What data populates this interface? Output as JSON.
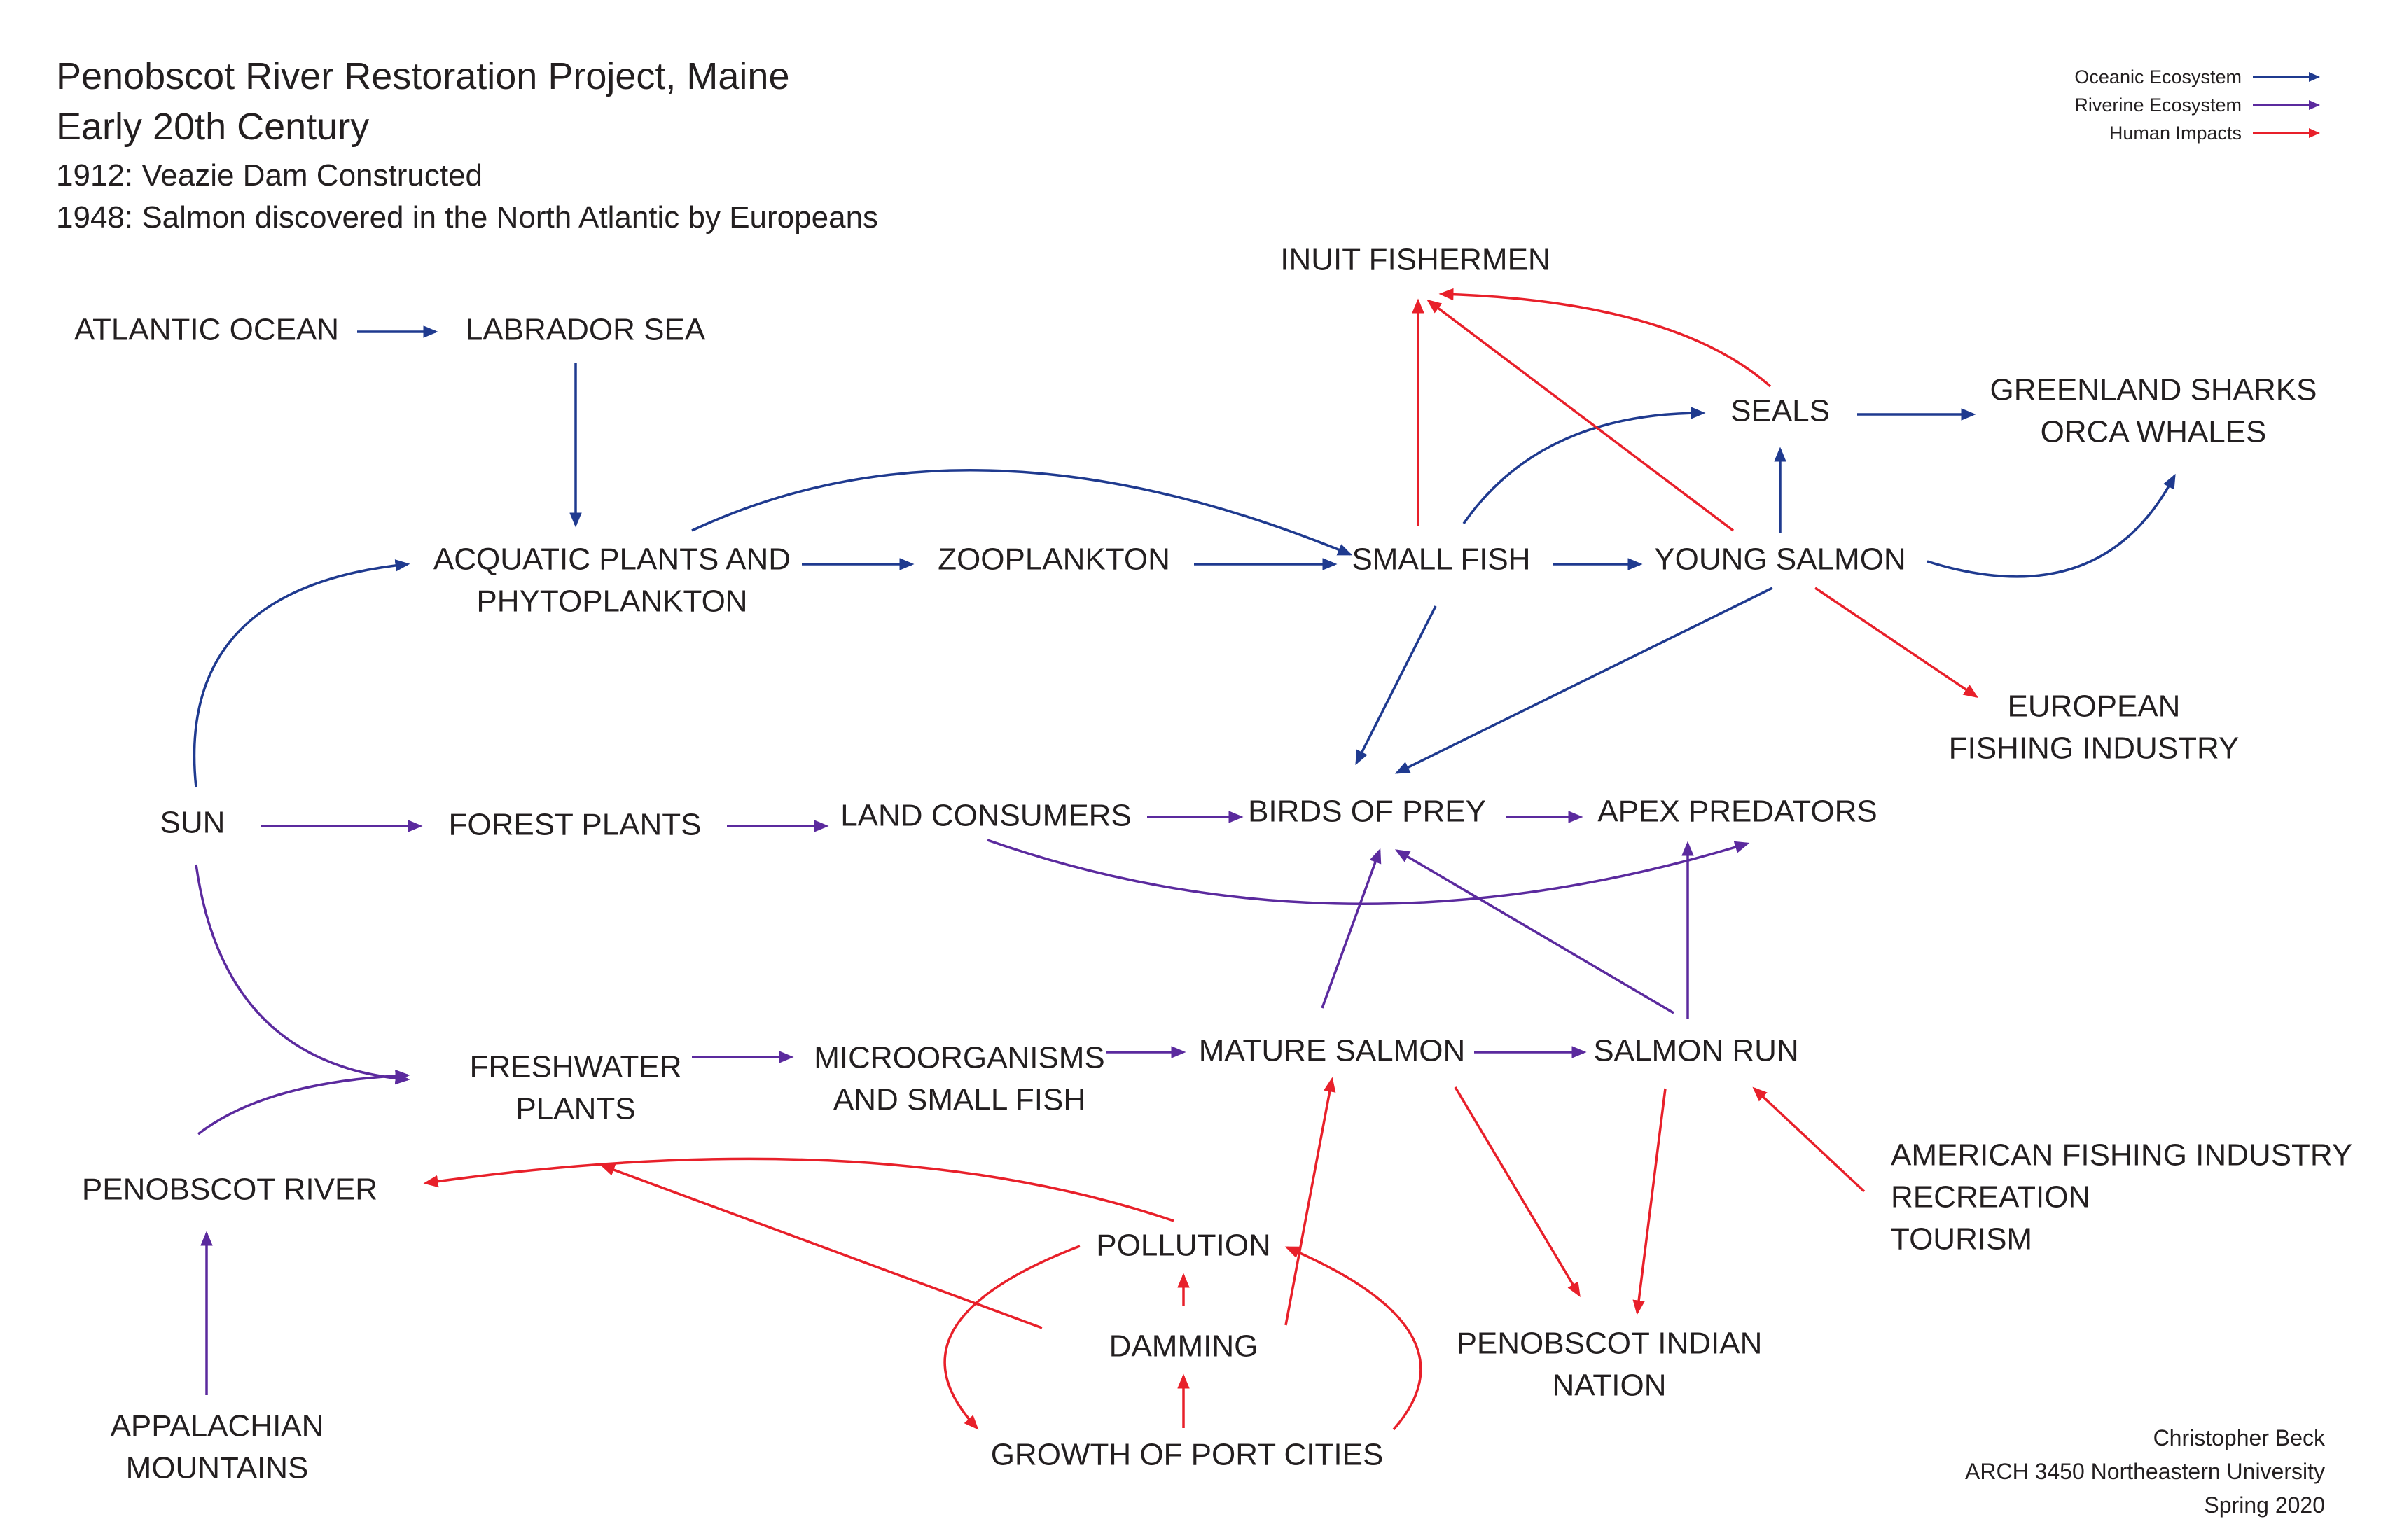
{
  "header": {
    "title": "Penobscot River Restoration Project, Maine",
    "period": "Early 20th Century",
    "events": [
      "1912: Veazie Dam Constructed",
      "1948: Salmon discovered in the North Atlantic by Europeans"
    ]
  },
  "legend": [
    {
      "label": "Oceanic Ecosystem",
      "color": "#1f3a8f"
    },
    {
      "label": "Riverine Ecosystem",
      "color": "#5b2a9e"
    },
    {
      "label": "Human Impacts",
      "color": "#e8202a"
    }
  ],
  "colors": {
    "oceanic": "#1f3a8f",
    "riverine": "#5b2a9e",
    "human": "#e8202a"
  },
  "nodes": [
    {
      "id": "atlantic-ocean",
      "lines": [
        "ATLANTIC OCEAN"
      ]
    },
    {
      "id": "labrador-sea",
      "lines": [
        "LABRADOR SEA"
      ]
    },
    {
      "id": "inuit-fishermen",
      "lines": [
        "INUIT FISHERMEN"
      ]
    },
    {
      "id": "seals",
      "lines": [
        "SEALS"
      ]
    },
    {
      "id": "greenland-sharks",
      "lines": [
        "GREENLAND SHARKS",
        "ORCA WHALES"
      ]
    },
    {
      "id": "aquatic-plants",
      "lines": [
        "ACQUATIC PLANTS AND",
        "PHYTOPLANKTON"
      ]
    },
    {
      "id": "zooplankton",
      "lines": [
        "ZOOPLANKTON"
      ]
    },
    {
      "id": "small-fish",
      "lines": [
        "SMALL FISH"
      ]
    },
    {
      "id": "young-salmon",
      "lines": [
        "YOUNG SALMON"
      ]
    },
    {
      "id": "european-fishing",
      "lines": [
        "EUROPEAN",
        "FISHING INDUSTRY"
      ]
    },
    {
      "id": "sun",
      "lines": [
        "SUN"
      ]
    },
    {
      "id": "forest-plants",
      "lines": [
        "FOREST PLANTS"
      ]
    },
    {
      "id": "land-consumers",
      "lines": [
        "LAND CONSUMERS"
      ]
    },
    {
      "id": "birds-of-prey",
      "lines": [
        "BIRDS OF PREY"
      ]
    },
    {
      "id": "apex-predators",
      "lines": [
        "APEX PREDATORS"
      ]
    },
    {
      "id": "freshwater-plants",
      "lines": [
        "FRESHWATER",
        "PLANTS"
      ]
    },
    {
      "id": "microorganisms",
      "lines": [
        "MICROORGANISMS",
        "AND SMALL FISH"
      ]
    },
    {
      "id": "mature-salmon",
      "lines": [
        "MATURE SALMON"
      ]
    },
    {
      "id": "salmon-run",
      "lines": [
        "SALMON RUN"
      ]
    },
    {
      "id": "american-fishing",
      "lines": [
        "AMERICAN FISHING INDUSTRY",
        "RECREATION",
        "TOURISM"
      ]
    },
    {
      "id": "penobscot-river",
      "lines": [
        "PENOBSCOT RIVER"
      ]
    },
    {
      "id": "pollution",
      "lines": [
        "POLLUTION"
      ]
    },
    {
      "id": "damming",
      "lines": [
        "DAMMING"
      ]
    },
    {
      "id": "growth-port-cities",
      "lines": [
        "GROWTH OF PORT CITIES"
      ]
    },
    {
      "id": "penobscot-nation",
      "lines": [
        "PENOBSCOT INDIAN",
        "NATION"
      ]
    },
    {
      "id": "appalachian",
      "lines": [
        "APPALACHIAN",
        "MOUNTAINS"
      ]
    }
  ],
  "edges": [
    {
      "from": "atlantic-ocean",
      "to": "labrador-sea",
      "type": "oceanic"
    },
    {
      "from": "labrador-sea",
      "to": "aquatic-plants",
      "type": "oceanic"
    },
    {
      "from": "aquatic-plants",
      "to": "zooplankton",
      "type": "oceanic"
    },
    {
      "from": "aquatic-plants",
      "to": "small-fish",
      "type": "oceanic"
    },
    {
      "from": "zooplankton",
      "to": "small-fish",
      "type": "oceanic"
    },
    {
      "from": "small-fish",
      "to": "young-salmon",
      "type": "oceanic"
    },
    {
      "from": "small-fish",
      "to": "seals",
      "type": "oceanic"
    },
    {
      "from": "young-salmon",
      "to": "seals",
      "type": "oceanic"
    },
    {
      "from": "seals",
      "to": "greenland-sharks",
      "type": "oceanic"
    },
    {
      "from": "young-salmon",
      "to": "greenland-sharks",
      "type": "oceanic"
    },
    {
      "from": "small-fish",
      "to": "birds-of-prey",
      "type": "oceanic"
    },
    {
      "from": "young-salmon",
      "to": "birds-of-prey",
      "type": "oceanic"
    },
    {
      "from": "sun",
      "to": "aquatic-plants",
      "type": "oceanic"
    },
    {
      "from": "small-fish",
      "to": "inuit-fishermen",
      "type": "human"
    },
    {
      "from": "young-salmon",
      "to": "inuit-fishermen",
      "type": "human"
    },
    {
      "from": "seals",
      "to": "inuit-fishermen",
      "type": "human"
    },
    {
      "from": "young-salmon",
      "to": "european-fishing",
      "type": "human"
    },
    {
      "from": "sun",
      "to": "forest-plants",
      "type": "riverine"
    },
    {
      "from": "forest-plants",
      "to": "land-consumers",
      "type": "riverine"
    },
    {
      "from": "land-consumers",
      "to": "birds-of-prey",
      "type": "riverine"
    },
    {
      "from": "birds-of-prey",
      "to": "apex-predators",
      "type": "riverine"
    },
    {
      "from": "land-consumers",
      "to": "apex-predators",
      "type": "riverine"
    },
    {
      "from": "sun",
      "to": "freshwater-plants",
      "type": "riverine"
    },
    {
      "from": "penobscot-river",
      "to": "freshwater-plants",
      "type": "riverine"
    },
    {
      "from": "freshwater-plants",
      "to": "microorganisms",
      "type": "riverine"
    },
    {
      "from": "microorganisms",
      "to": "mature-salmon",
      "type": "riverine"
    },
    {
      "from": "mature-salmon",
      "to": "salmon-run",
      "type": "riverine"
    },
    {
      "from": "mature-salmon",
      "to": "birds-of-prey",
      "type": "riverine"
    },
    {
      "from": "salmon-run",
      "to": "birds-of-prey",
      "type": "riverine"
    },
    {
      "from": "salmon-run",
      "to": "apex-predators",
      "type": "riverine"
    },
    {
      "from": "appalachian",
      "to": "penobscot-river",
      "type": "riverine"
    },
    {
      "from": "mature-salmon",
      "to": "penobscot-nation",
      "type": "human"
    },
    {
      "from": "salmon-run",
      "to": "penobscot-nation",
      "type": "human"
    },
    {
      "from": "american-fishing",
      "to": "salmon-run",
      "type": "human"
    },
    {
      "from": "pollution",
      "to": "penobscot-river",
      "type": "human"
    },
    {
      "from": "damming",
      "to": "penobscot-river",
      "type": "human"
    },
    {
      "from": "damming",
      "to": "pollution",
      "type": "human"
    },
    {
      "from": "growth-port-cities",
      "to": "damming",
      "type": "human"
    },
    {
      "from": "pollution",
      "to": "growth-port-cities",
      "type": "human"
    },
    {
      "from": "growth-port-cities",
      "to": "pollution",
      "type": "human"
    },
    {
      "from": "damming",
      "to": "mature-salmon",
      "type": "human"
    }
  ],
  "credits": [
    "Christopher Beck",
    "ARCH 3450 Northeastern University",
    "Spring 2020"
  ]
}
